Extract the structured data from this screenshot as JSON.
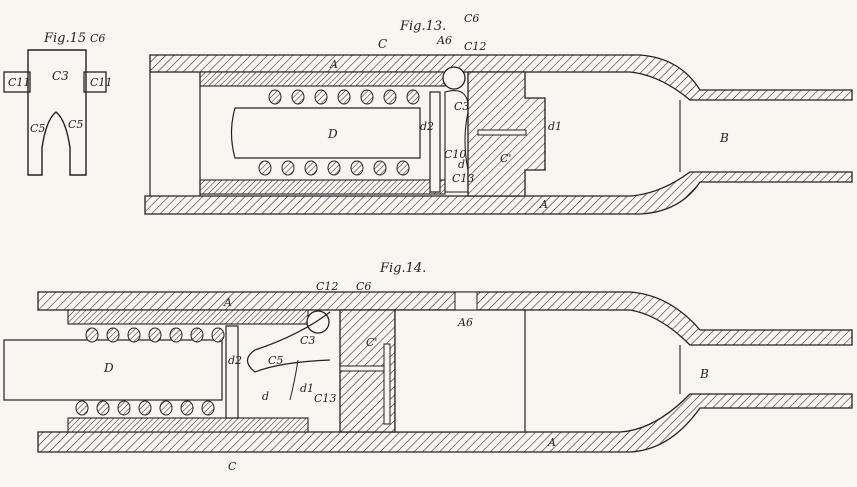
{
  "figures": {
    "fig15": {
      "title": "Fig.15",
      "labels": {
        "c6": "C6",
        "c11_left": "C11",
        "c11_right": "C11",
        "c3": "C3",
        "c5_left": "C5",
        "c5_right": "C5"
      }
    },
    "fig13": {
      "title": "Fig.13.",
      "labels": {
        "c6": "C6",
        "c": "C",
        "a": "A",
        "a6": "A6",
        "c12": "C12",
        "c3": "C3",
        "d": "D",
        "d2": "d2",
        "d1": "d1",
        "c_cap": "C'",
        "b": "B",
        "a_lower": "A",
        "c10": "C10",
        "d_small": "d",
        "c13": "C13"
      }
    },
    "fig14": {
      "title": "Fig.14.",
      "labels": {
        "c12": "C12",
        "c6": "C6",
        "a": "A",
        "a6": "A6",
        "c3": "C3",
        "c_cap": "C'",
        "d": "D",
        "d2": "d2",
        "c5": "C5",
        "d_small": "d",
        "d1": "d1",
        "c13": "C13",
        "b": "B",
        "a_lower": "A",
        "c_bottom": "C"
      }
    }
  }
}
